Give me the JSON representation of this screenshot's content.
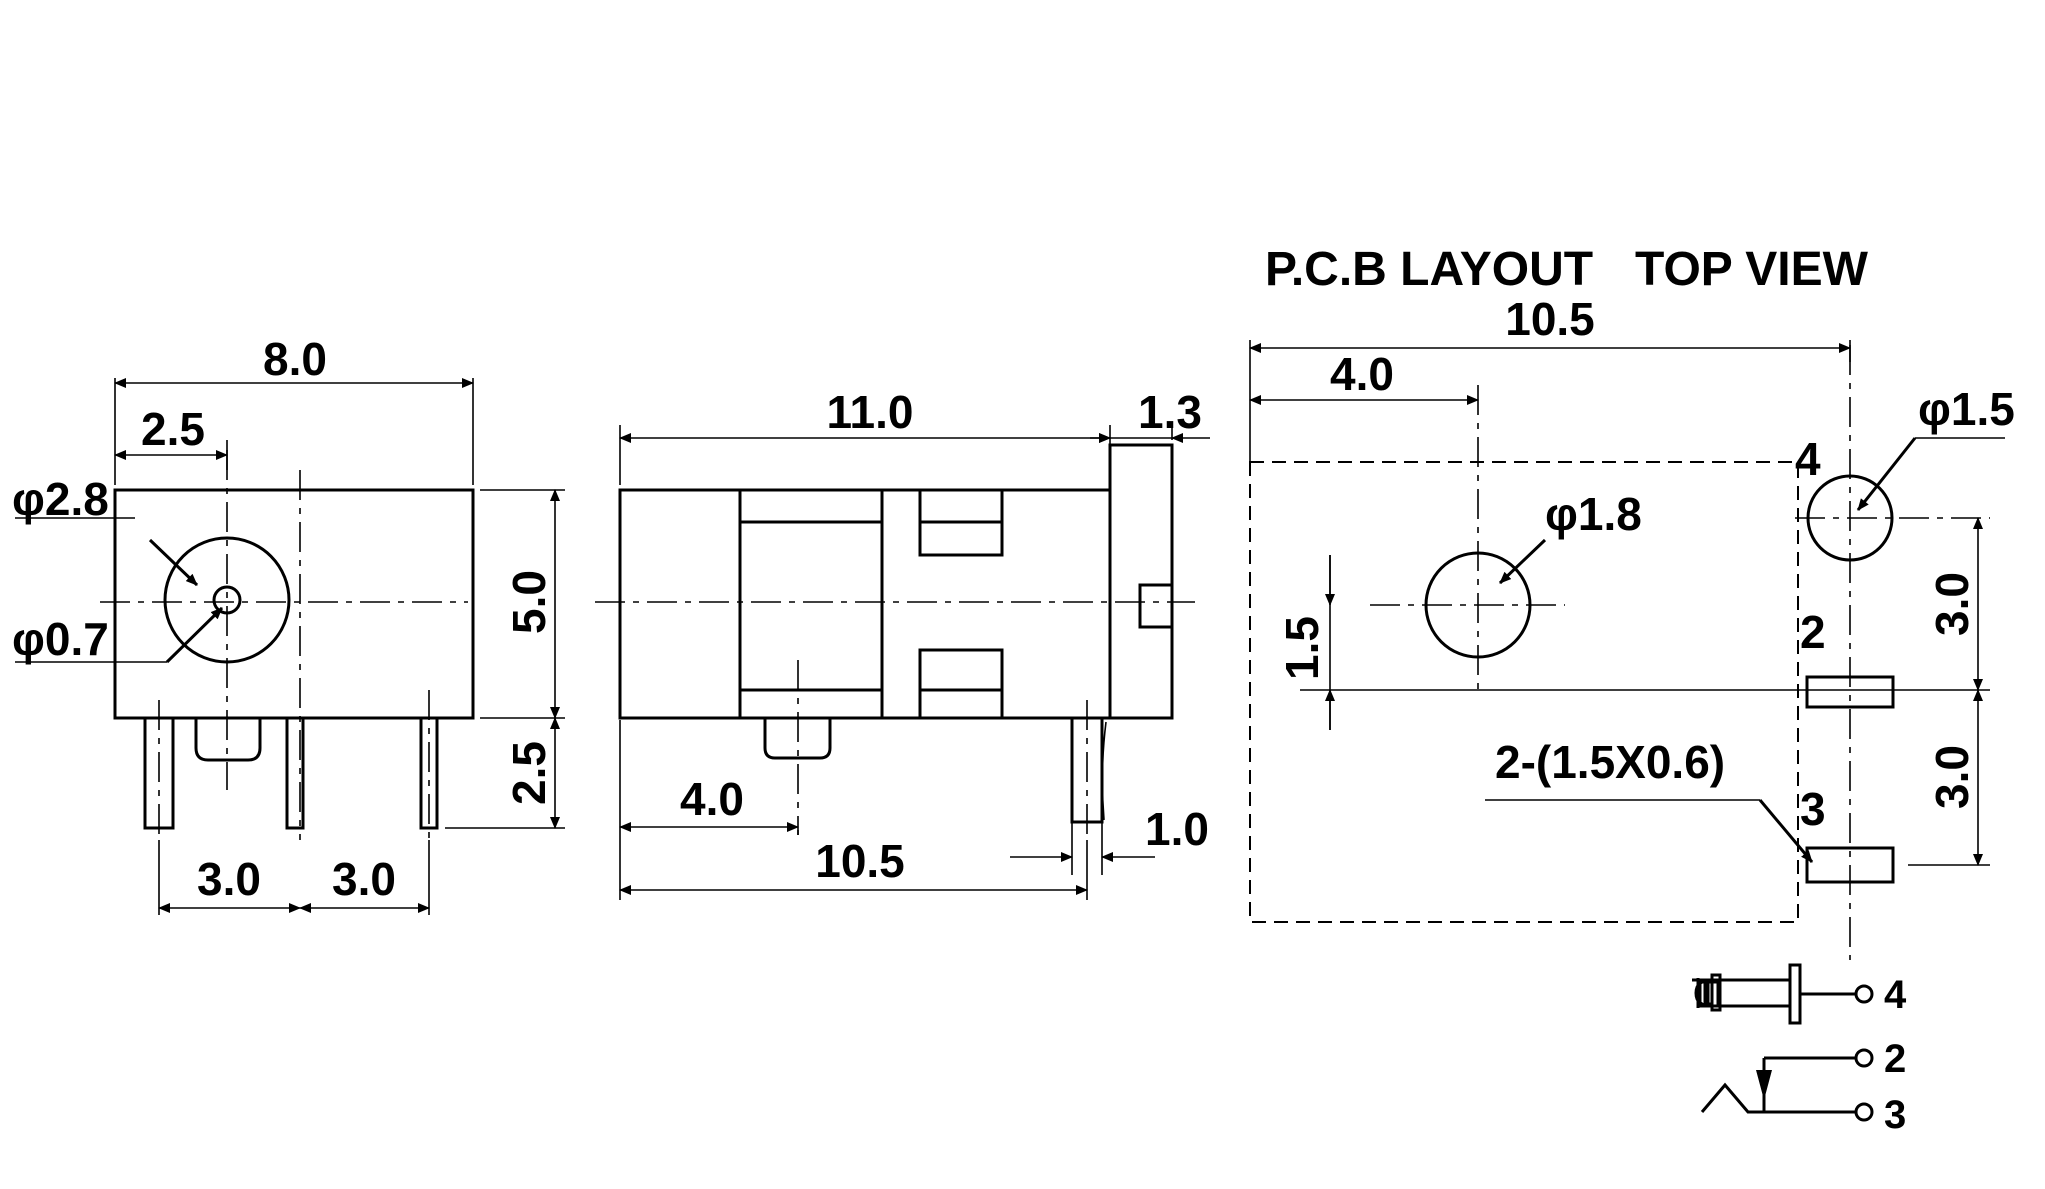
{
  "titles": {
    "pcb_layout": "P.C.B LAYOUT",
    "top_view": "TOP VIEW"
  },
  "front_view": {
    "width": "8.0",
    "offset": "2.5",
    "outer_diameter": "φ2.8",
    "inner_diameter": "φ0.7",
    "height": "5.0",
    "pin_length": "2.5",
    "pin_pitch_left": "3.0",
    "pin_pitch_right": "3.0"
  },
  "side_view": {
    "body_length": "11.0",
    "flange": "1.3",
    "peg_offset": "4.0",
    "pin_distance": "10.5",
    "pin_width": "1.0"
  },
  "pcb_layout": {
    "total_length": "10.5",
    "hole_offset": "4.0",
    "large_hole": "φ1.8",
    "small_hole": "φ1.5",
    "vertical_offset": "1.5",
    "pitch_upper": "3.0",
    "pitch_lower": "3.0",
    "slots": "2-(1.5X0.6)",
    "pad_labels": [
      "4",
      "2",
      "3"
    ]
  },
  "schematic": {
    "pins": [
      "4",
      "2",
      "3"
    ]
  }
}
